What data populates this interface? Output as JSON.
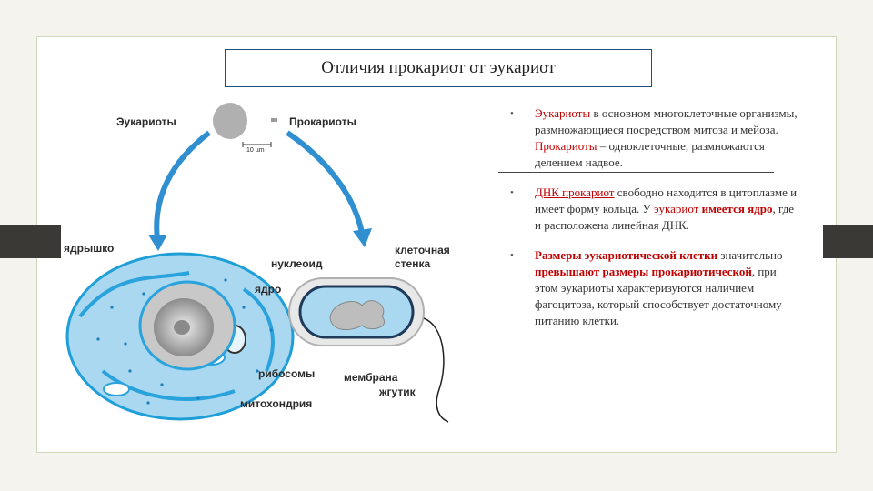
{
  "slide": {
    "title": "Отличия прокариот от эукариот"
  },
  "figure": {
    "labels": {
      "eukaryotes": "Эукариоты",
      "prokaryotes": "Прокариоты",
      "scale": "10 µm",
      "nucleolus": "ядрышко",
      "nucleoid": "нуклеоид",
      "cell_wall_1": "клеточная",
      "cell_wall_2": "стенка",
      "nucleus": "ядро",
      "ribosomes": "рибосомы",
      "membrane": "мембрана",
      "flagellum": "жгутик",
      "mitochondria": "митохондрия"
    },
    "colors": {
      "cytoplasm": "#a9d8f0",
      "cell_edge": "#1f9fd8",
      "nucleus": "#b5b5b5",
      "arrow": "#2f8fd0"
    }
  },
  "bullets": [
    {
      "segments": [
        {
          "t": "Эукариоты",
          "s": "hl"
        },
        {
          "t": " в основном многоклеточные организмы, размножающиеся посредством митоза и мейоза. ",
          "s": ""
        },
        {
          "t": "Прокариоты",
          "s": "hl"
        },
        {
          "t": " – одноклеточные, размножаются делением надвое.",
          "s": ""
        }
      ]
    },
    {
      "segments": [
        {
          "t": "ДНК прокариот",
          "s": "hl u"
        },
        {
          "t": " свободно находится в цитоплазме и имеет форму кольца. У ",
          "s": ""
        },
        {
          "t": "эукариот",
          "s": "hl"
        },
        {
          "t": " ",
          "s": ""
        },
        {
          "t": "имеется ядро",
          "s": "hl b"
        },
        {
          "t": ", где и расположена линейная ДНК.",
          "s": ""
        }
      ]
    },
    {
      "segments": [
        {
          "t": "Размеры эукариотической клетки",
          "s": "hl b"
        },
        {
          "t": " значительно ",
          "s": ""
        },
        {
          "t": "превышают размеры прокариотической",
          "s": "hl b"
        },
        {
          "t": ", при этом эукариоты характеризуются наличием фагоцитоза, который способствует достаточному питанию клетки.",
          "s": ""
        }
      ]
    }
  ]
}
